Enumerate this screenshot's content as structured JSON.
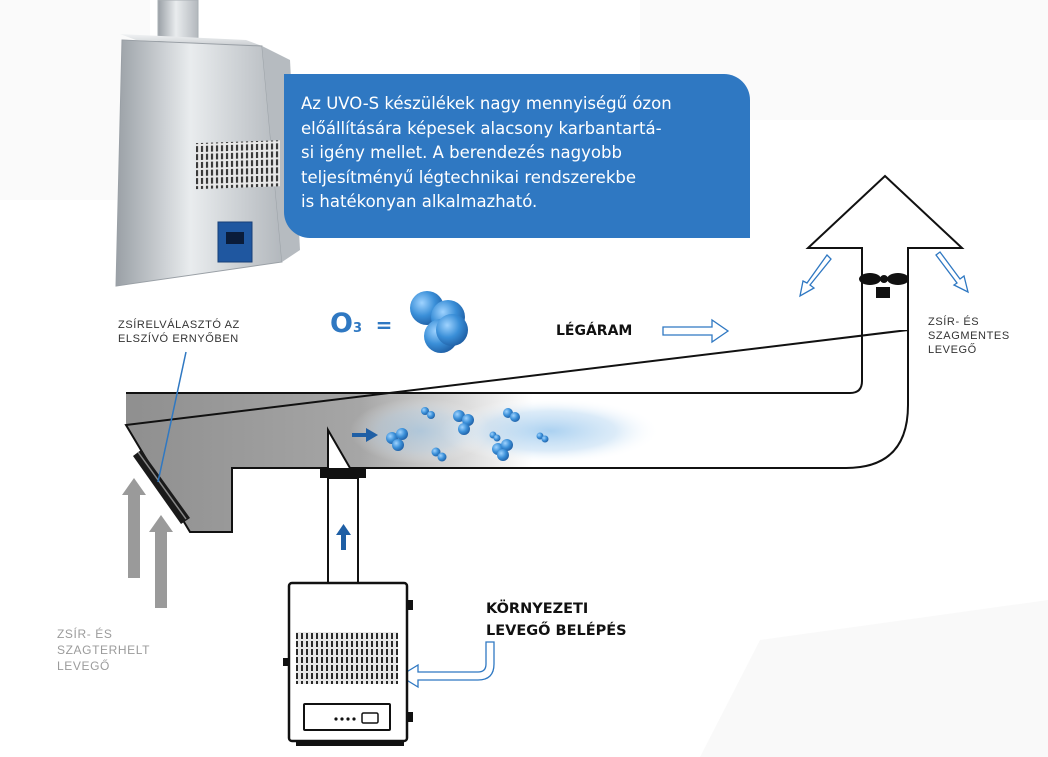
{
  "callout": {
    "line1": "Az UVO-S készülékek nagy mennyiségű ózon",
    "line2": "előállítására képesek alacsony karbantartá-",
    "line3": "si igény mellet. A berendezés nagyobb",
    "line4": "teljesítményű légtechnikai rendszerekbe",
    "line5": "is hatékonyan alkalmazható."
  },
  "labels": {
    "grease_filter": [
      "ZSÍRELVÁLASZTÓ AZ",
      "ELSZÍVÓ ERNYŐBEN"
    ],
    "ozone_formula_o": "O",
    "ozone_formula_sub": "3",
    "ozone_formula_eq": "=",
    "airflow": "LÉGÁRAM",
    "clean_air": [
      "ZSÍR- ÉS",
      "SZAGMENTES",
      "LEVEGŐ"
    ],
    "dirty_air": [
      "ZSÍR- ÉS",
      "SZAGTERHELT",
      "LEVEGŐ"
    ],
    "ambient_air": [
      "KÖRNYEZETI",
      "LEVEGŐ BELÉPÉS"
    ]
  },
  "colors": {
    "accent_blue": "#2f78c2",
    "ozone_blue": "#3a8fd8",
    "duct_grey": "#9a9a9a",
    "outline": "#111111"
  }
}
